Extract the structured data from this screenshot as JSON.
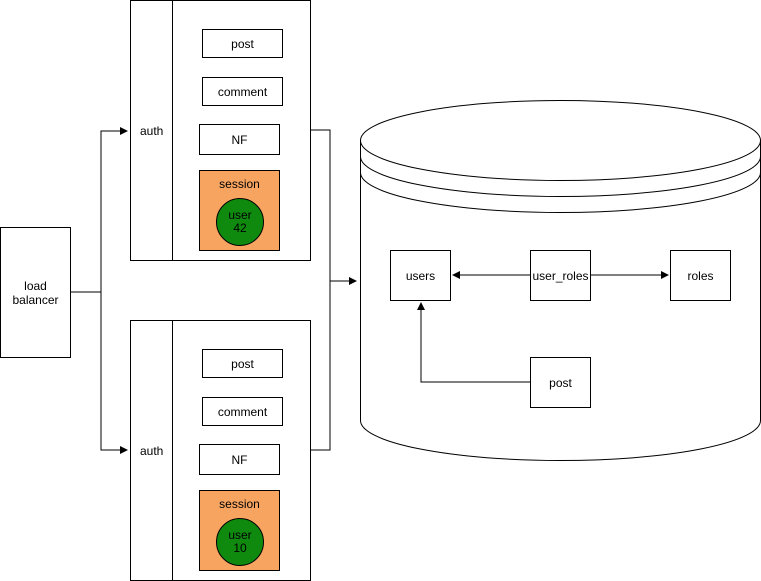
{
  "load_balancer": {
    "label": "load\nbalancer"
  },
  "servers": [
    {
      "auth_label": "auth",
      "routes": [
        "post",
        "comment",
        "NF"
      ],
      "session": {
        "label": "session",
        "user_label": "user",
        "user_id": "42"
      }
    },
    {
      "auth_label": "auth",
      "routes": [
        "post",
        "comment",
        "NF"
      ],
      "session": {
        "label": "session",
        "user_label": "user",
        "user_id": "10"
      }
    }
  ],
  "database": {
    "tables": {
      "users": "users",
      "user_roles": "user_roles",
      "roles": "roles",
      "post": "post"
    }
  },
  "colors": {
    "session_fill": "#f6a460",
    "user_fill": "#0f8a0f",
    "stroke": "#000000"
  }
}
